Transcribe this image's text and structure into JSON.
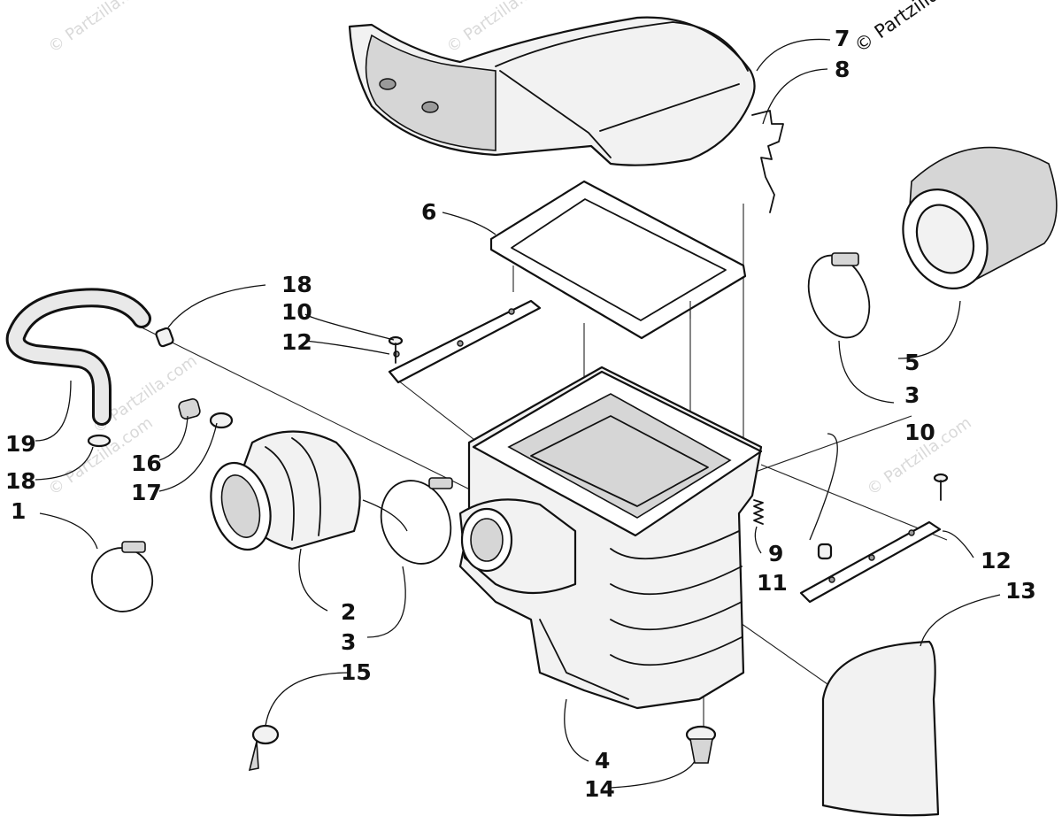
{
  "watermark": {
    "text": "© Partzilla.com",
    "corner_text": "© Partzilla"
  },
  "callouts": {
    "c1": "1",
    "c2": "2",
    "c3a": "3",
    "c3b": "3",
    "c4": "4",
    "c5": "5",
    "c6": "6",
    "c7": "7",
    "c8": "8",
    "c9": "9",
    "c10a": "10",
    "c10b": "10",
    "c11": "11",
    "c12a": "12",
    "c12b": "12",
    "c13": "13",
    "c14": "14",
    "c15": "15",
    "c16": "16",
    "c17": "17",
    "c18a": "18",
    "c18b": "18",
    "c19": "19"
  }
}
